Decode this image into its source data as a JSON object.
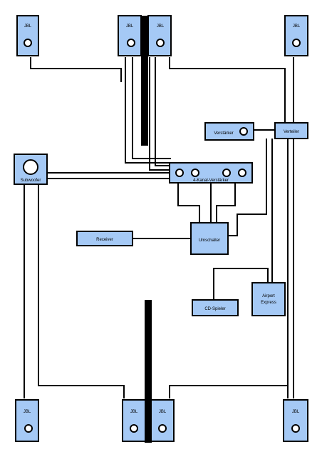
{
  "speakers": {
    "top_left": "JBL",
    "top_center_left": "JBL",
    "top_center_right": "JBL",
    "top_right": "JBL",
    "bottom_left": "JBL",
    "bottom_center_left": "JBL",
    "bottom_center_right": "JBL",
    "bottom_right": "JBL"
  },
  "devices": {
    "subwoofer": "Subwoofer",
    "amplifier_4ch": "4-Kanal-Verstärker",
    "amplifier": "Verstärker",
    "splitter": "Verteiler",
    "receiver": "Receiver",
    "switcher": "Umschalter",
    "cd_player": "CD-Spieler",
    "airport_line1": "Airport",
    "airport_line2": "Express"
  },
  "colors": {
    "device_fill": "#a5c9f5",
    "stroke": "#000000"
  }
}
